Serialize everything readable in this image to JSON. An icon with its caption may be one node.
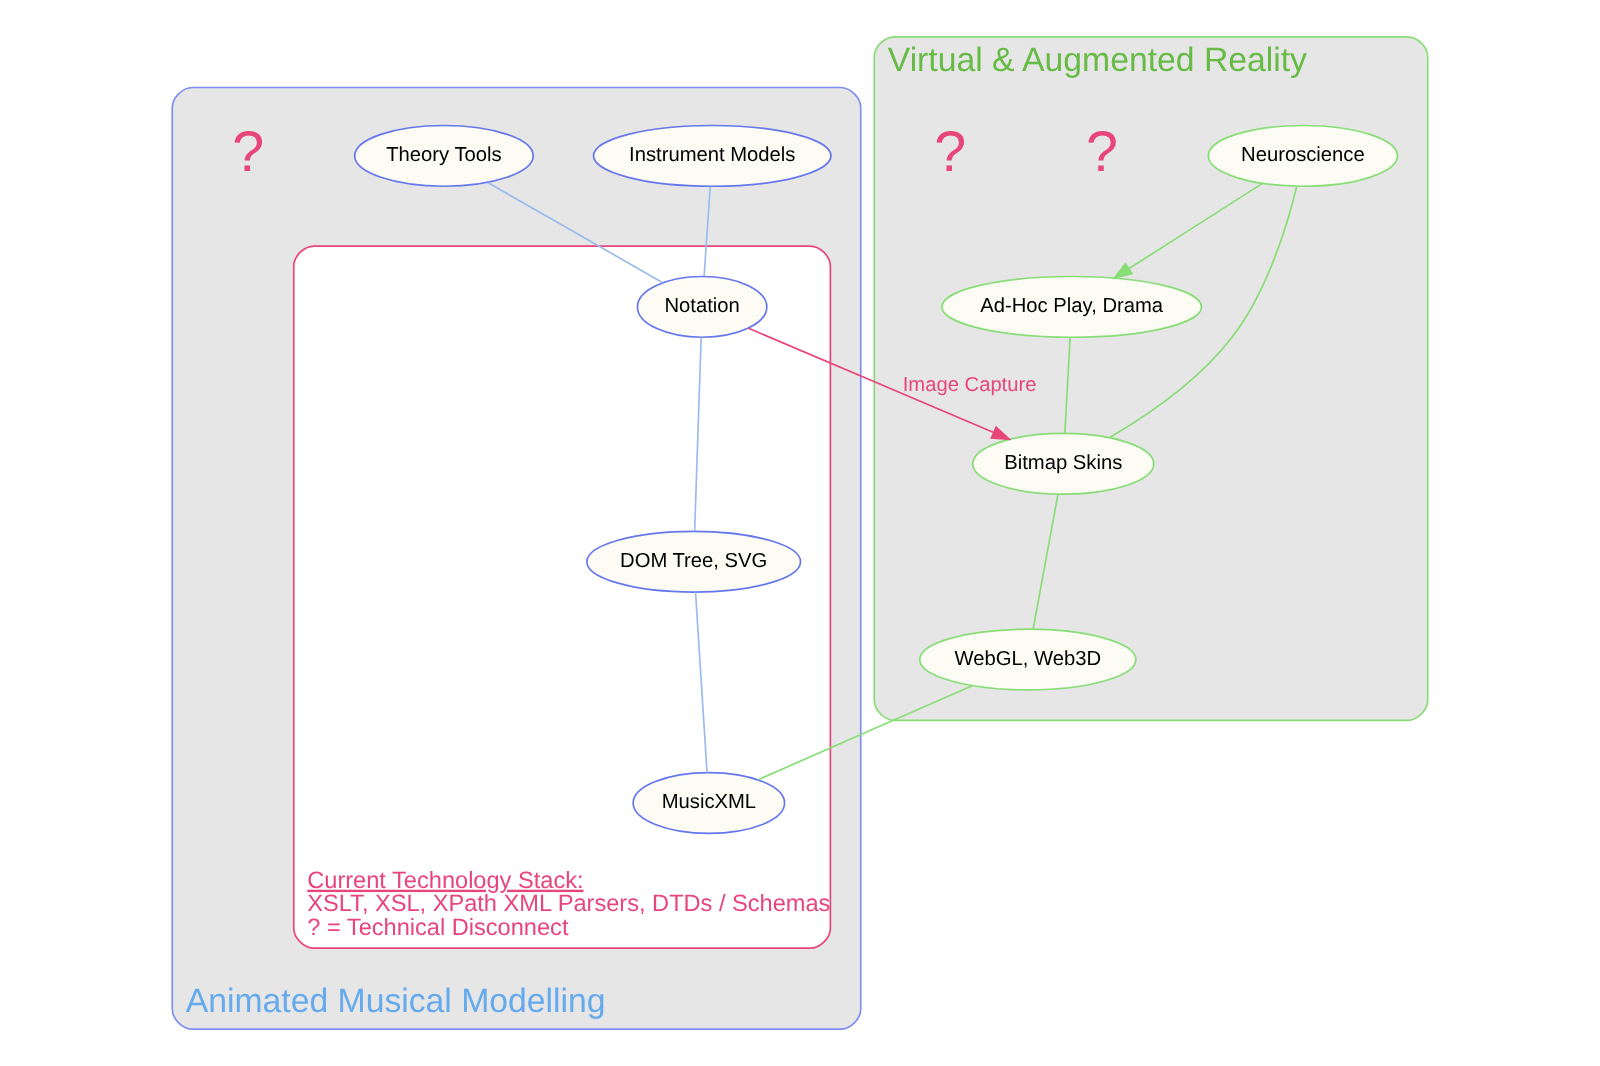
{
  "diagram": {
    "nodes": [
      {
        "text": [
          "Animated Musical Modelling"
        ]
      },
      {
        "text": [
          "Instrument Models"
        ],
        "in": 0
      },
      {
        "text": [
          "Theory Tools"
        ],
        "in": 0
      },
      {
        "text": [
          "Current Technology Stack:",
          "XSLT, XSL, XPath XML Parsers, DTDs / Schemas",
          "? = Technical Disconnect"
        ],
        "in": 0
      },
      {
        "text": [
          "Notation"
        ],
        "in": 3
      },
      {
        "text": [
          "DOM Tree, SVG"
        ],
        "in": 3
      },
      {
        "text": [
          "MusicXML"
        ],
        "in": 3
      },
      {
        "text": [
          "Virtual & Augmented Reality"
        ]
      },
      {
        "text": [
          "Ad-Hoc Play, Drama"
        ],
        "in": 7
      },
      {
        "text": [
          "Neuroscience"
        ],
        "in": 7
      },
      {
        "text": [
          "Bitmap Skins"
        ],
        "in": 7
      },
      {
        "text": [
          "WebGL, Web3D"
        ],
        "in": 7
      }
    ],
    "edges": [
      {
        "from": 1,
        "to": 4,
        "arrow": "none",
        "color": "#99bbee"
      },
      {
        "from": 2,
        "to": 4,
        "arrow": "none",
        "color": "#99bbee"
      },
      {
        "from": 4,
        "to": 5,
        "arrow": "none",
        "color": "#99bbee"
      },
      {
        "from": 5,
        "to": 6,
        "arrow": "none",
        "color": "#99bbee"
      },
      {
        "from": 4,
        "to": 10,
        "arrow": "to",
        "label": "Image Capture",
        "color": "#e8457a"
      },
      {
        "from": 9,
        "to": 8,
        "arrow": "to"
      },
      {
        "from": 8,
        "to": 10,
        "arrow": "none"
      },
      {
        "from": 9,
        "to": 10,
        "arrow": "none"
      },
      {
        "from": 10,
        "to": 11,
        "arrow": "none"
      },
      {
        "from": 11,
        "to": 6,
        "arrow": "none"
      }
    ],
    "labels": [
      "?",
      "?",
      "?"
    ]
  }
}
